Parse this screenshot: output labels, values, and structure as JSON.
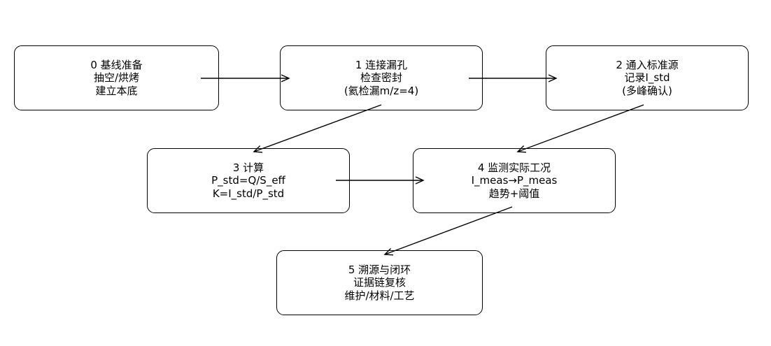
{
  "diagram": {
    "type": "flowchart",
    "colors": {
      "stroke": "#000000",
      "background": "#ffffff",
      "text": "#000000"
    },
    "nodes": [
      {
        "id": "0",
        "lines": [
          "0 基线准备",
          "抽空/烘烤",
          "建立本底"
        ]
      },
      {
        "id": "1",
        "lines": [
          "1 连接漏孔",
          "检查密封",
          "(氦检漏m/z=4)"
        ]
      },
      {
        "id": "2",
        "lines": [
          "2 通入标准源",
          "记录I_std",
          "(多峰确认)"
        ]
      },
      {
        "id": "3",
        "lines": [
          "3 计算",
          "P_std=Q/S_eff",
          "K=I_std/P_std"
        ]
      },
      {
        "id": "4",
        "lines": [
          "4 监测实际工况",
          "I_meas→P_meas",
          "趋势+阈值"
        ]
      },
      {
        "id": "5",
        "lines": [
          "5 溯源与闭环",
          "证据链复核",
          "维护/材料/工艺"
        ]
      }
    ],
    "edges": [
      {
        "from": "0",
        "to": "1"
      },
      {
        "from": "1",
        "to": "2"
      },
      {
        "from": "1",
        "to": "3"
      },
      {
        "from": "2",
        "to": "4"
      },
      {
        "from": "3",
        "to": "4"
      },
      {
        "from": "4",
        "to": "5"
      }
    ]
  }
}
